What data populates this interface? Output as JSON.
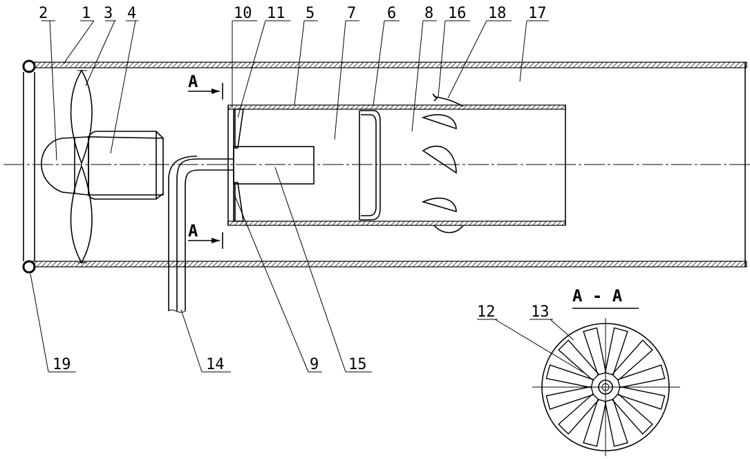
{
  "labels": {
    "n1": "1",
    "n2": "2",
    "n3": "3",
    "n4": "4",
    "n5": "5",
    "n6": "6",
    "n7": "7",
    "n8": "8",
    "n9": "9",
    "n10": "10",
    "n11": "11",
    "n12": "12",
    "n13": "13",
    "n14": "14",
    "n15": "15",
    "n16": "16",
    "n17": "17",
    "n18": "18",
    "n19": "19"
  },
  "section": {
    "title": "A - A",
    "marker_top": "A",
    "marker_bottom": "A"
  }
}
